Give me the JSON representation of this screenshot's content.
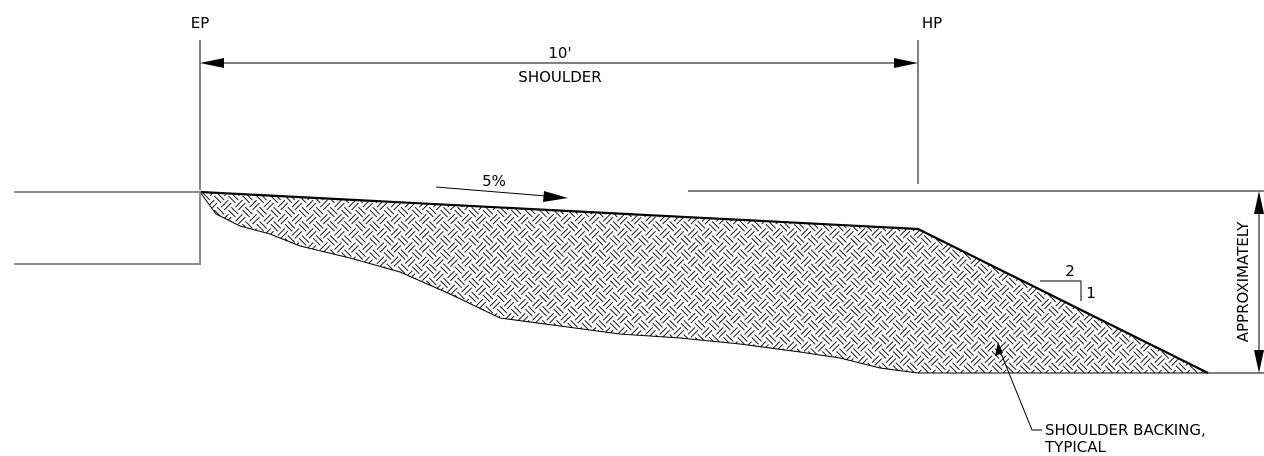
{
  "labels": {
    "ep": "EP",
    "hp": "HP",
    "width": "10'",
    "shoulder": "SHOULDER",
    "slope_percent": "5%",
    "ratio_run": "2",
    "ratio_rise": "1",
    "depth": "APPROXIMATELY",
    "callout_line1": "SHOULDER BACKING,",
    "callout_line2": "TYPICAL"
  },
  "colors": {
    "line": "#000000",
    "existing_pavement": "#8c8c8c",
    "background": "#ffffff"
  }
}
